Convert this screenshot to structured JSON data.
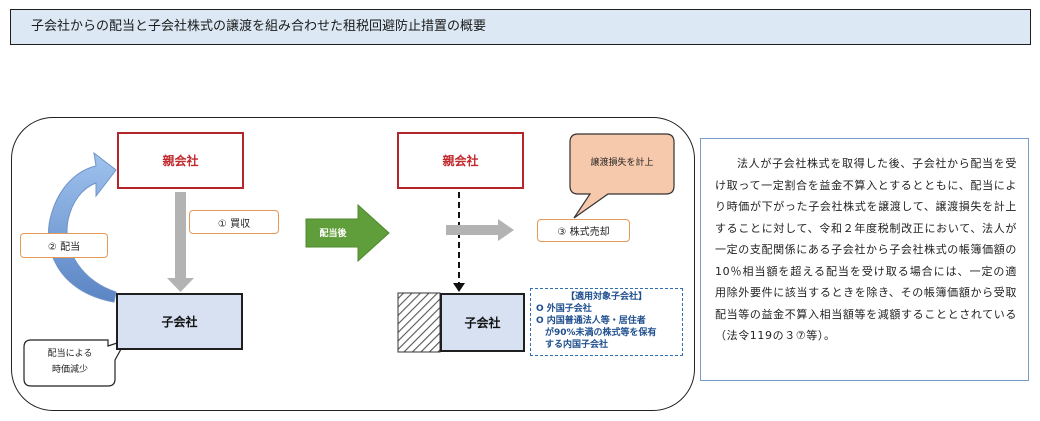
{
  "title": "子会社からの配当と子会社株式の譲渡を組み合わせた租税回避防止措置の概要",
  "left": {
    "parent": "親会社",
    "subsidiary": "子会社",
    "purchase": "① 買収",
    "dividend": "② 配当",
    "callout": [
      "配当による",
      "時価減少"
    ]
  },
  "arrow_label": "配当後",
  "right": {
    "parent": "親会社",
    "subsidiary": "子会社",
    "sale": "③ 株式売却",
    "callout": "譲渡損失を計上",
    "list": {
      "heading": "【適用対象子会社】",
      "items": [
        "O 外国子会社",
        "O 内国普通法人等・居住者",
        "　が90%未満の株式等を保有",
        "　する内国子会社"
      ]
    }
  },
  "explanation": "法人が子会社株式を取得した後、子会社から配当を受け取って一定割合を益金不算入とするとともに、配当により時価が下がった子会社株式を譲渡して、譲渡損失を計上することに対して、令和２年度税制改正において、法人が一定の支配関係にある子会社から子会社株式の帳簿価額の10％相当額を超える配当を受け取る場合には、一定の適用除外要件に該当するときを除き、その帳簿価額から受取配当等の益金不算入相当額等を減額することとされている（法令119の３⑦等）。",
  "colors": {
    "title_bg": "#dce9f4",
    "parent_border": "#b4262a",
    "subsidiary_fill": "#d7e1f2",
    "label_border": "#e59a5a",
    "list_border": "#2f6fb0",
    "green_arrow": "#5f9e3a",
    "gray_arrow": "#b3b3b3",
    "callout_fill": "#f7c9ac"
  }
}
